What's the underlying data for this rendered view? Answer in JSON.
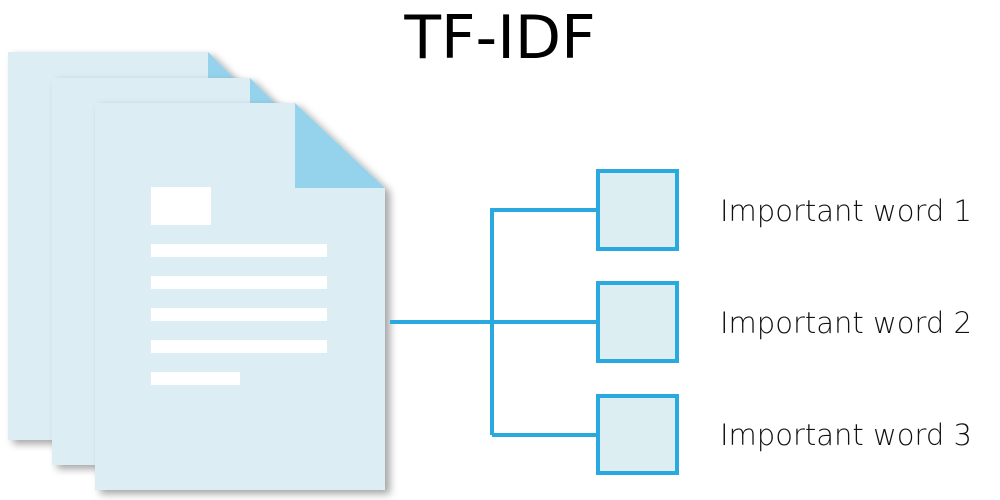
{
  "title": "TF-IDF",
  "words": [
    "Important word 1",
    "Important word 2",
    "Important word 3"
  ],
  "colors": {
    "doc": "#dcedf4",
    "fold": "#95d3ec",
    "line": "#2aa9e0",
    "box_fill": "#ddeef3"
  }
}
